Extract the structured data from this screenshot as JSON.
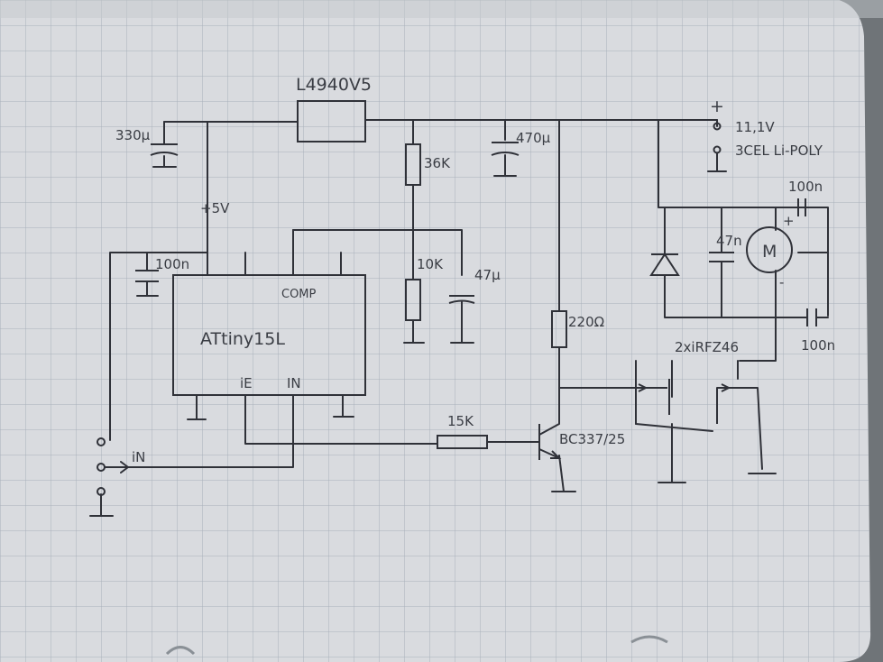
{
  "regulator": "L4940V5",
  "cap_in": "330µ",
  "cap_reg_out": "470µ",
  "supply_voltage": "11,1V",
  "battery": "3CEL Li-POLY",
  "plus_sign": "+",
  "minus_sign": "-",
  "vcc_label": "+5V",
  "cap_mcu": "100n",
  "mcu": "ATtiny15L",
  "pin_comp": "COMP",
  "pin_ie": "iE",
  "pin_in": "IN",
  "r_top": "36K",
  "r_bottom": "10K",
  "cap_divider": "47µ",
  "r_gate": "220Ω",
  "r_base": "15K",
  "transistor": "BC337/25",
  "input_label": "iN",
  "mosfets": "2xiRFZ46",
  "cap_motor_top": "100n",
  "cap_motor_bottom": "100n",
  "cap_motor_mid": "47n",
  "motor": "M"
}
